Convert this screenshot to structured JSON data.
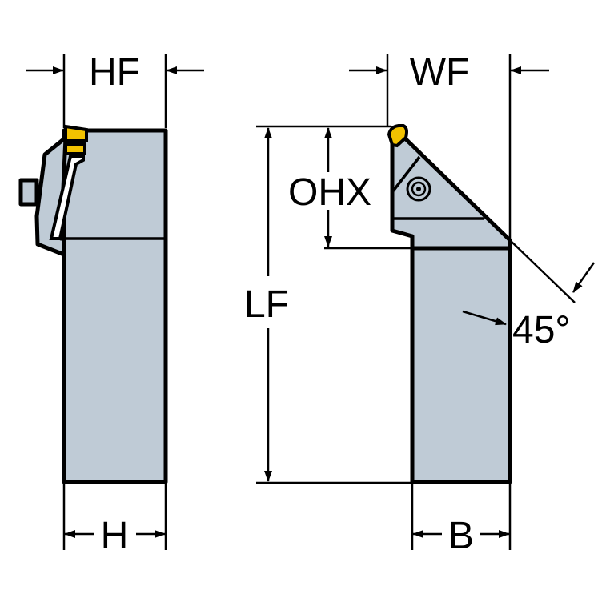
{
  "labels": {
    "hf": "HF",
    "wf": "WF",
    "ohx": "OHX",
    "lf": "LF",
    "angle": "45°",
    "h": "H",
    "b": "B"
  },
  "colors": {
    "body": "#bfcbd6",
    "insert": "#f2c200",
    "line": "#000000"
  }
}
